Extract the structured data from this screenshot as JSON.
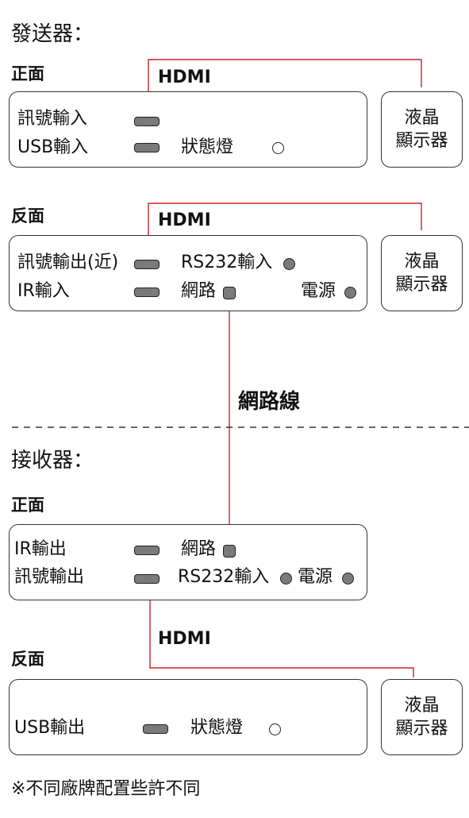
{
  "sender": {
    "title": "發送器：",
    "front": {
      "heading": "正面",
      "hdmi": "HDMI",
      "signal_in": "訊號輸入",
      "usb_in": "USB輸入",
      "status_led": "狀態燈",
      "lcd_line1": "液晶",
      "lcd_line2": "顯示器"
    },
    "back": {
      "heading": "反面",
      "hdmi": "HDMI",
      "signal_out": "訊號輸出(近)",
      "rs232_in": "RS232輸入",
      "ir_in": "IR輸入",
      "network": "網路",
      "power": "電源",
      "lcd_line1": "液晶",
      "lcd_line2": "顯示器"
    }
  },
  "cable": {
    "label": "網路線"
  },
  "receiver": {
    "title": "接收器：",
    "front": {
      "heading": "正面",
      "ir_out": "IR輸出",
      "network": "網路",
      "signal_out": "訊號輸出",
      "rs232_in": "RS232輸入",
      "power": "電源",
      "hdmi": "HDMI"
    },
    "back": {
      "heading": "反面",
      "usb_out": "USB輸出",
      "status_led": "狀態燈",
      "lcd_line1": "液晶",
      "lcd_line2": "顯示器"
    }
  },
  "footnote": "※不同廠牌配置些許不同",
  "colors": {
    "wire": "#c8232c",
    "port": "#7a7a7a",
    "divider": "#333333"
  }
}
